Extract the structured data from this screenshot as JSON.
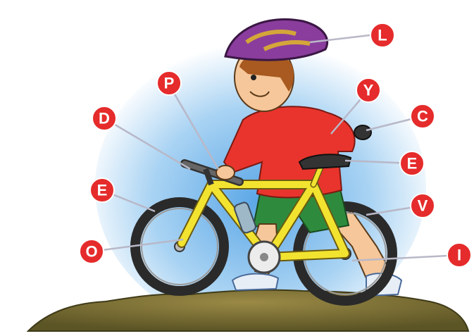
{
  "labels": [
    "L",
    "P",
    "Y",
    "D",
    "C",
    "E",
    "E",
    "V",
    "O",
    "I"
  ],
  "colors": {
    "badge": "#e52b2b",
    "badge_stroke": "#ffffff",
    "leader": "#b8b8c8",
    "frame": "#f2e330",
    "frame_outline": "#6b5a10",
    "shirt": "#e8342c",
    "shorts": "#2e8b3d",
    "helmet": "#8a3d9c",
    "helmet_accent": "#d4a63a",
    "skin": "#f6c79a",
    "hair": "#a85a20",
    "tire": "#2a2a2a",
    "ground": "#8e7c3c",
    "ground_dark": "#5f5a28",
    "sky": "#7ab8e8"
  }
}
